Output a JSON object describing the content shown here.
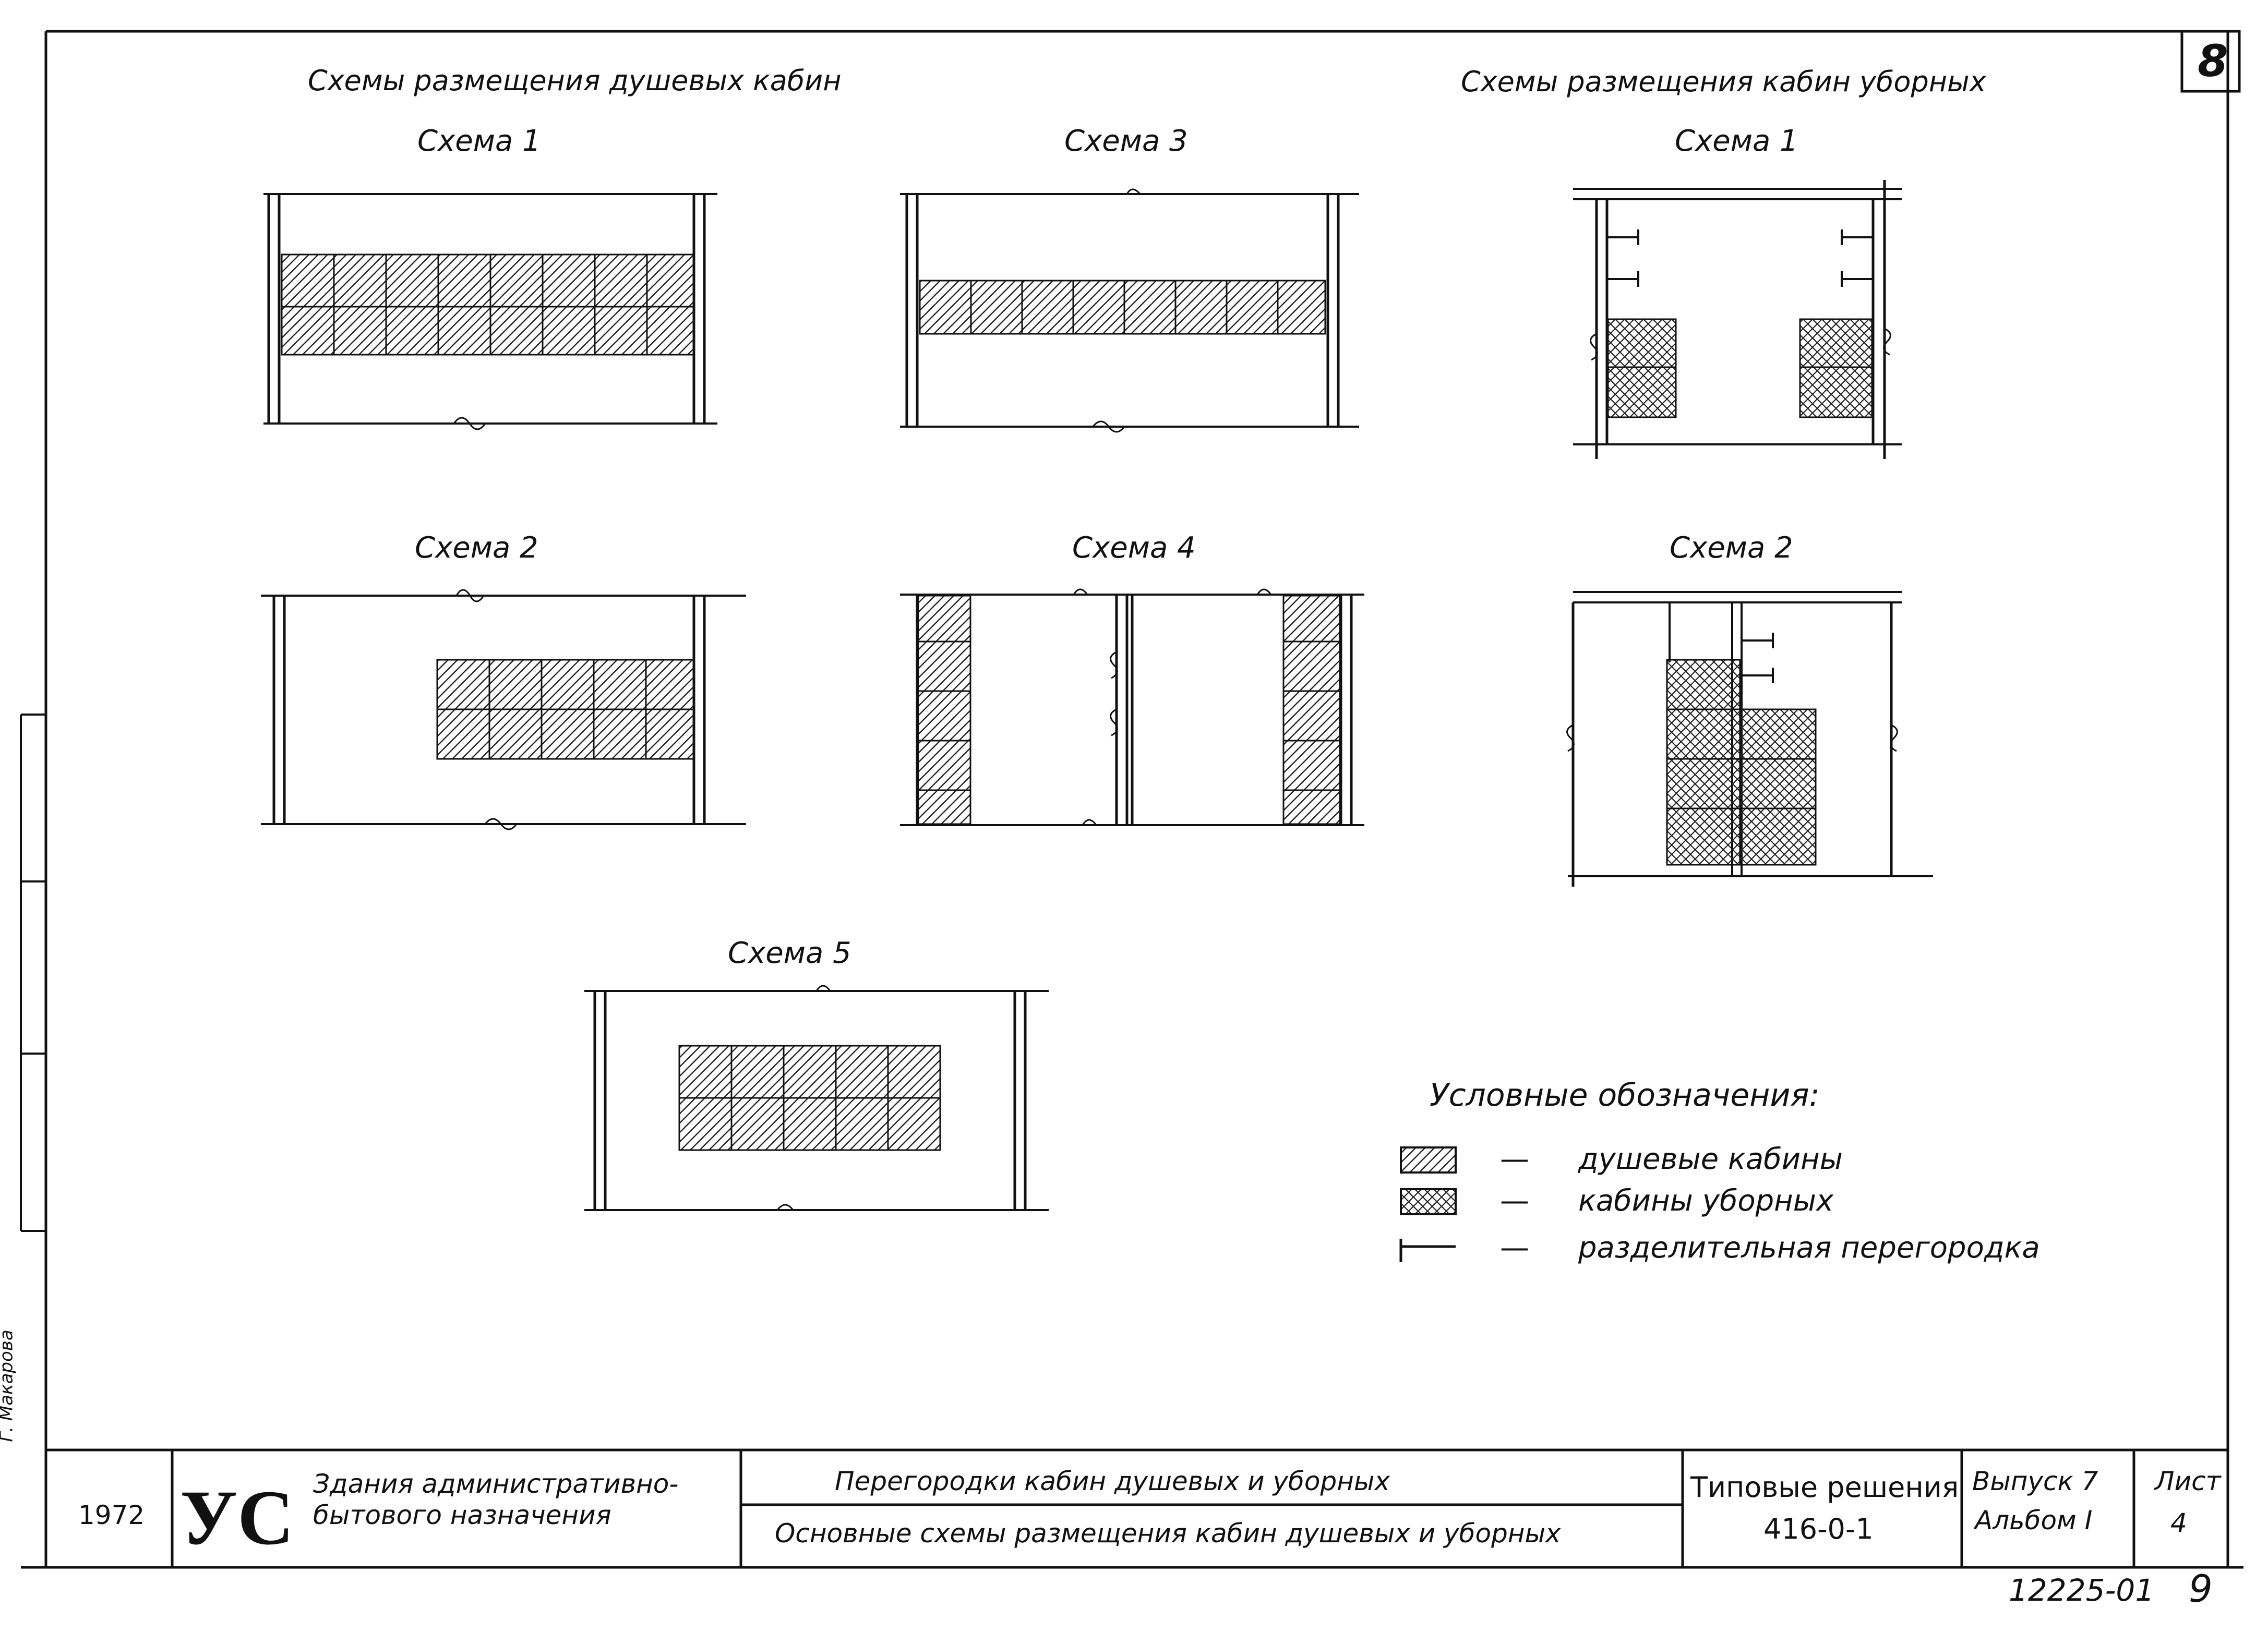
{
  "header": {
    "left_title": "Схемы размещения душевых кабин",
    "right_title": "Схемы размещения кабин уборных",
    "sheet_mark": "8"
  },
  "schemes": {
    "shower_1": "Схема 1",
    "shower_2": "Схема 2",
    "shower_3": "Схема 3",
    "shower_4": "Схема 4",
    "shower_5": "Схема 5",
    "toilet_1": "Схема 1",
    "toilet_2": "Схема 2"
  },
  "legend": {
    "title": "Условные обозначения:",
    "items": [
      {
        "dash": "—",
        "label": "душевые кабины"
      },
      {
        "dash": "—",
        "label": "кабины уборных"
      },
      {
        "dash": "—",
        "label": "разделительная перегородка"
      }
    ]
  },
  "title_block": {
    "year": "1972",
    "logo": "УС",
    "building_line1": "Здания административно-",
    "building_line2": "бытового назначения",
    "subject_line1": "Перегородки кабин душевых и уборных",
    "subject_line2": "Основные схемы размещения кабин душевых и уборных",
    "series_line1": "Типовые решения",
    "series_line2": "416-0-1",
    "issue_line1": "Выпуск 7",
    "issue_line2": "Альбом I",
    "sheet_label": "Лист",
    "sheet_number": "4"
  },
  "side_stamp": "Г. Макарова",
  "footer_code": "12225-01",
  "footer_page": "9",
  "colors": {
    "ink": "#111111",
    "paper": "#ffffff"
  }
}
